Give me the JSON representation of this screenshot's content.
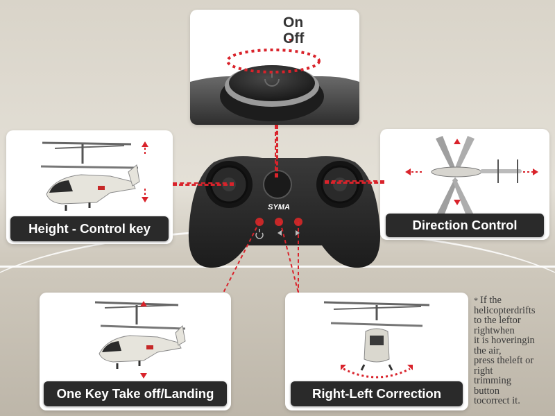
{
  "power_button": {
    "on_label": "On",
    "off_label": "Off"
  },
  "brand": {
    "logo_text": "SYMA"
  },
  "labels": {
    "height": "Height - Control key",
    "direction": "Direction Control",
    "takeoff": "One Key Take off/Landing",
    "correction": "Right-Left Correction"
  },
  "note": {
    "symbol": "*",
    "lines": [
      "If the",
      "helicopterdrifts",
      "to the leftor",
      "rightwhen",
      "it is hoveringin",
      "the air,",
      "press theleft or",
      "right",
      "trimming",
      "button",
      "tocorrect it."
    ]
  },
  "colors": {
    "accent_red": "#d9232b",
    "pill_bg": "#2a2a2a",
    "controller_body": "#2b2b2b"
  },
  "icons": [
    "power-icon",
    "left-trim-icon",
    "right-trim-icon",
    "up-arrow-icon",
    "down-arrow-icon"
  ]
}
